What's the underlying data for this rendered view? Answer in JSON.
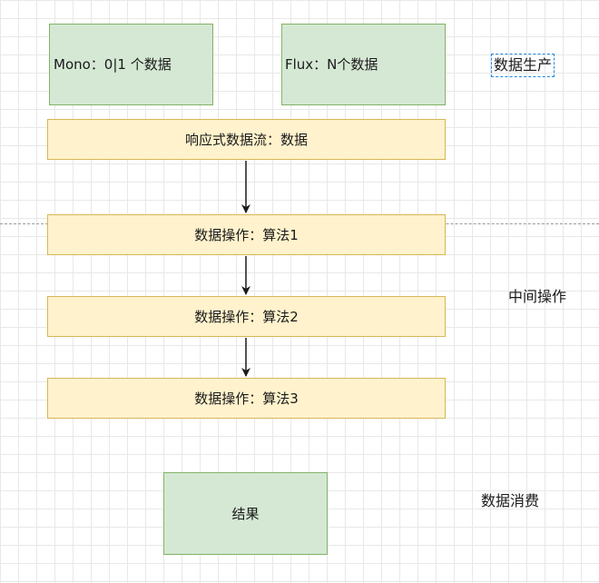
{
  "nodes": {
    "mono": "Mono：0|1 个数据",
    "flux": "Flux：N个数据",
    "stream": "响应式数据流：数据",
    "op1": "数据操作：算法1",
    "op2": "数据操作：算法2",
    "op3": "数据操作：算法3",
    "result": "结果"
  },
  "labels": {
    "production": "数据生产",
    "intermediate": "中间操作",
    "consumption": "数据消费"
  },
  "colors": {
    "green_fill": "#d5e8d4",
    "green_stroke": "#82b366",
    "yellow_fill": "#fff2cc",
    "yellow_stroke": "#d6b656"
  }
}
